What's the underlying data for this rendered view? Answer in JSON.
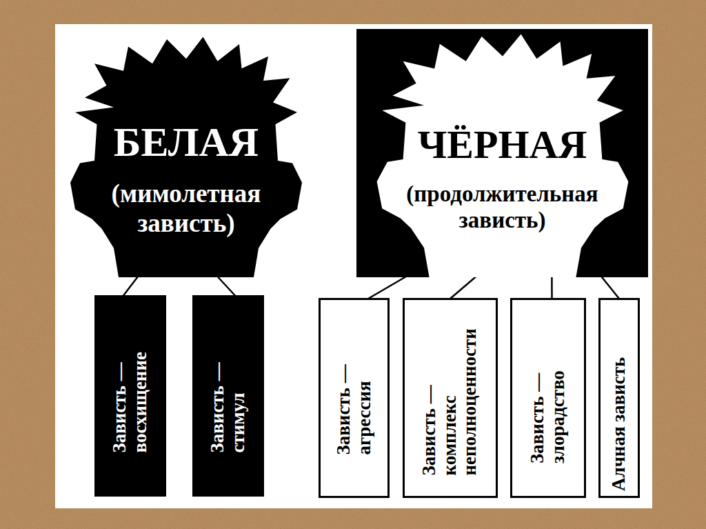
{
  "diagram": {
    "nodes": [
      {
        "text": [
          "БЕЛАЯ",
          "(мимолетная зависть)"
        ]
      },
      {
        "text": [
          "ЧЁРНАЯ",
          "(продолжительная зависть)"
        ]
      },
      {
        "text": [
          "Зависть — восхищение"
        ]
      },
      {
        "text": [
          "Зависть — стимул"
        ]
      },
      {
        "text": [
          "Зависть — агрессия"
        ]
      },
      {
        "text": [
          "Зависть — комплекс неполноценности"
        ]
      },
      {
        "text": [
          "Зависть — злорадство"
        ]
      },
      {
        "text": [
          "Алчная зависть"
        ]
      }
    ],
    "edges": [
      {
        "from": 0,
        "to": 2,
        "arrow": "none"
      },
      {
        "from": 0,
        "to": 3,
        "arrow": "none"
      },
      {
        "from": 1,
        "to": 4,
        "arrow": "none"
      },
      {
        "from": 1,
        "to": 5,
        "arrow": "none"
      },
      {
        "from": 1,
        "to": 6,
        "arrow": "none"
      },
      {
        "from": 1,
        "to": 7,
        "arrow": "none"
      }
    ]
  }
}
